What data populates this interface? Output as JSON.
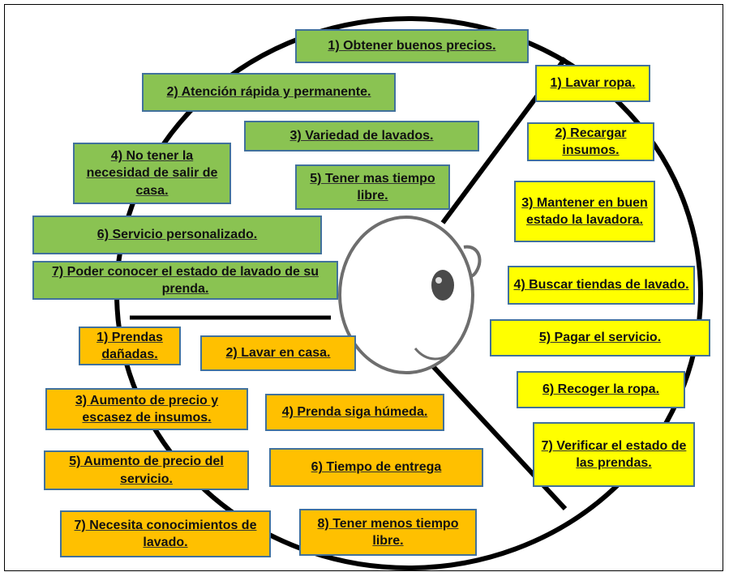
{
  "colors": {
    "gains": "#8ac352",
    "jobs": "#ffff00",
    "pains": "#ffc000",
    "border": "#41719c",
    "outline": "#000000"
  },
  "diagram": {
    "gains": [
      "1) Obtener buenos precios.",
      "2) Atención rápida y permanente.",
      "3) Variedad de lavados.",
      "4) No tener la necesidad de salir de casa.",
      "5) Tener mas tiempo libre.",
      "6) Servicio personalizado.",
      "7) Poder conocer el estado de lavado de su prenda."
    ],
    "jobs": [
      "1) Lavar ropa.",
      "2) Recargar insumos.",
      "3) Mantener en buen estado la lavadora.",
      "4) Buscar tiendas de lavado.",
      "5) Pagar el servicio.",
      "6) Recoger la ropa.",
      "7) Verificar el estado de las prendas."
    ],
    "pains": [
      "1) Prendas dañadas.",
      "2) Lavar en casa.",
      "3) Aumento de precio y escasez de insumos.",
      "4) Prenda siga húmeda.",
      "5) Aumento de precio del servicio.",
      "6) Tiempo de entrega",
      "7) Necesita conocimientos de lavado.",
      "8) Tener menos tiempo libre."
    ]
  }
}
